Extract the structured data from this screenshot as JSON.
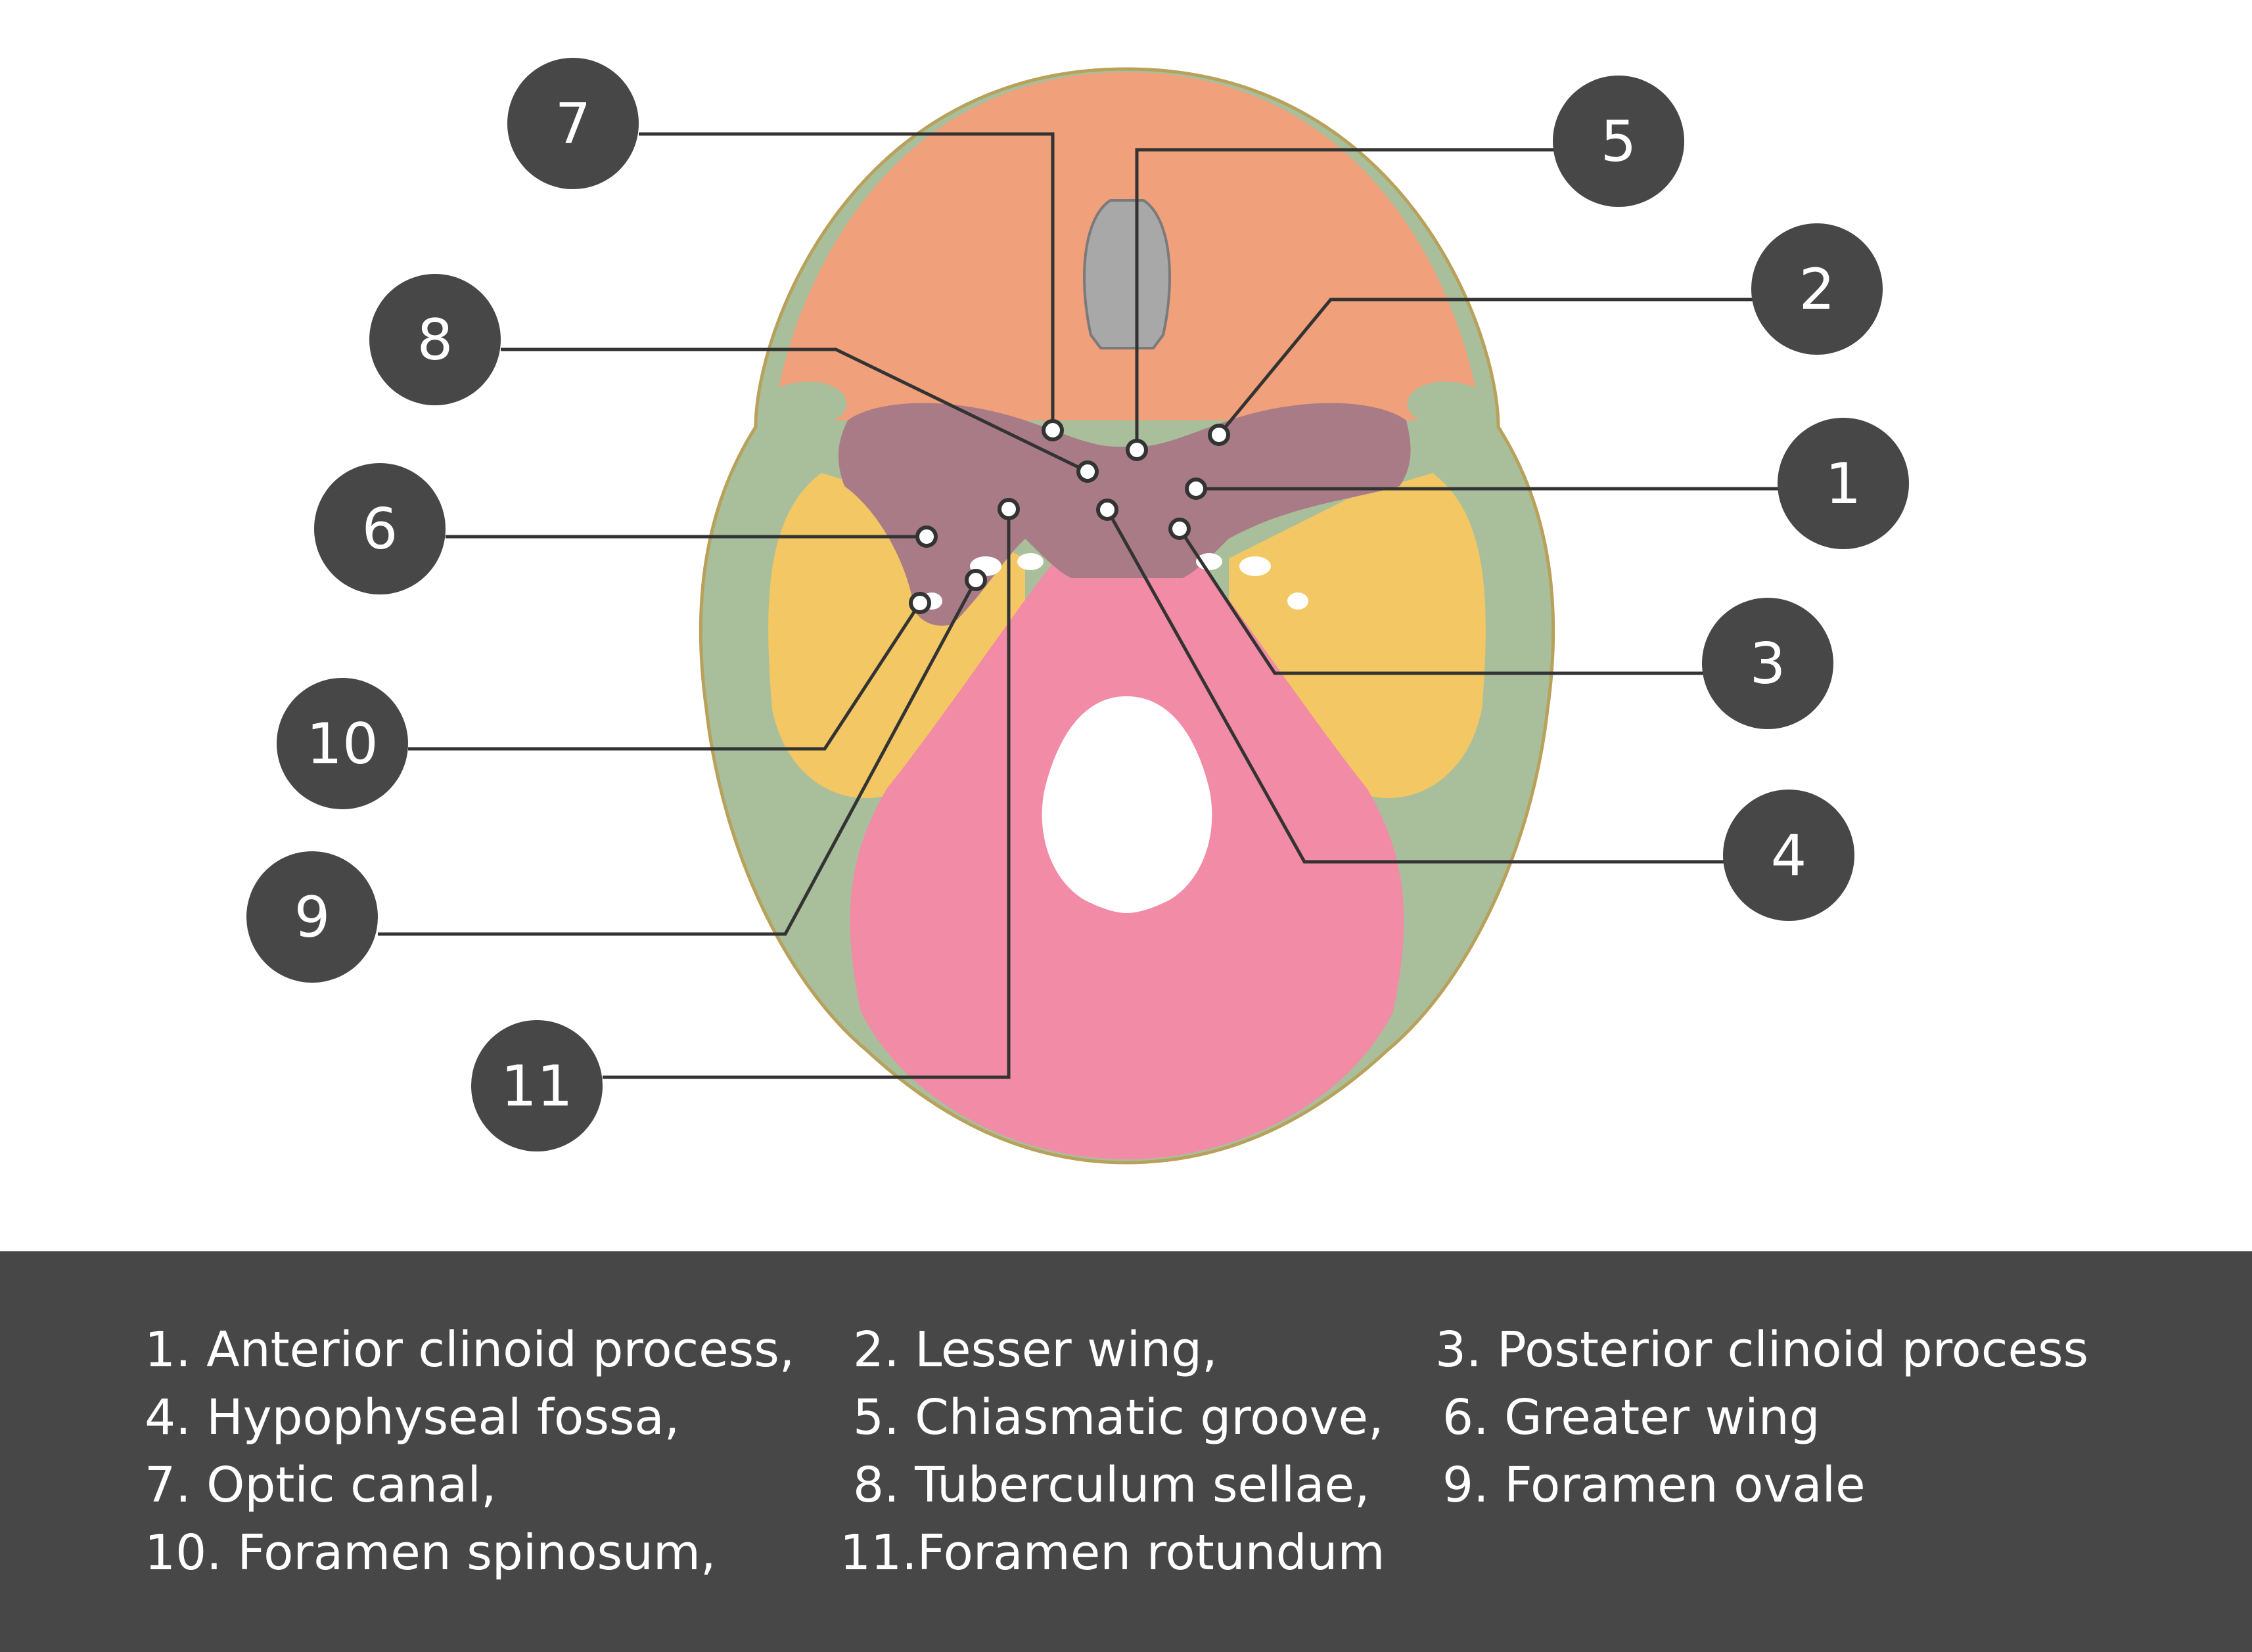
{
  "colors": {
    "badge": "#474747",
    "leader_line": "#333333",
    "frontal": "#f0a07a",
    "sphenoid": "#a97b87",
    "temporal": "#f3c764",
    "occipital": "#f28ba6",
    "parietal": "#a9bf9c",
    "legend_bg": "#474747",
    "legend_text": "#ffffff"
  },
  "labels": [
    {
      "number": "1"
    },
    {
      "number": "2"
    },
    {
      "number": "3"
    },
    {
      "number": "4"
    },
    {
      "number": "5"
    },
    {
      "number": "6"
    },
    {
      "number": "7"
    },
    {
      "number": "8"
    },
    {
      "number": "9"
    },
    {
      "number": "10"
    },
    {
      "number": "11"
    }
  ],
  "legend": {
    "rows": [
      [
        "1. Anterior clinoid process,",
        "2. Lesser wing,",
        "3. Posterior clinoid process"
      ],
      [
        "4. Hypophyseal fossa,",
        "5. Chiasmatic groove,",
        "6. Greater wing"
      ],
      [
        "7. Optic canal,",
        "8. Tuberculum sellae,",
        "9. Foramen ovale"
      ],
      [
        "10. Foramen spinosum,",
        "11.Foramen rotundum",
        ""
      ]
    ]
  }
}
